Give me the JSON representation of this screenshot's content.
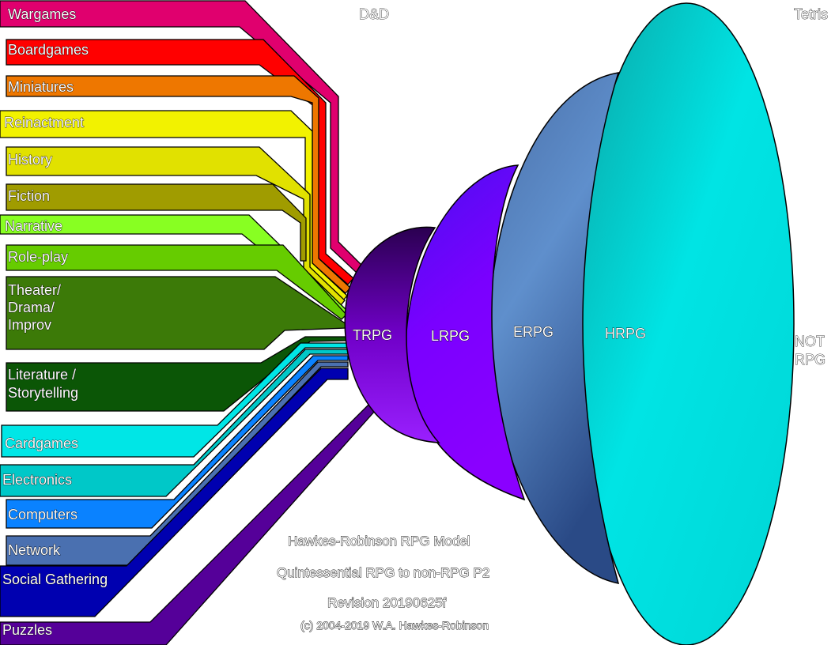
{
  "colors": {
    "wargames": "#e0006e",
    "boardgames": "#ff0000",
    "miniatures": "#ee7700",
    "reinactment": "#f2f200",
    "history": "#e1e100",
    "fiction": "#a09c00",
    "narrative": "#88ff22",
    "roleplay": "#66cc00",
    "theater": "#3c7a08",
    "literature": "#0b5606",
    "cardgames": "#00e6e6",
    "electronics": "#00c8c8",
    "computers": "#0a82ff",
    "network": "#4a70b0",
    "social": "#0000b0",
    "puzzles": "#550099",
    "trpg": "#7000c0",
    "lrpg": "#8000ff",
    "erpg": "#5a85c0",
    "hrpg": "#00e0e0"
  },
  "categories": {
    "wargames": "Wargames",
    "boardgames": "Boardgames",
    "miniatures": "Miniatures",
    "reinactment": "Reinactment",
    "history": "History",
    "fiction": "Fiction",
    "narrative": "Narrative",
    "roleplay": "Role-play",
    "theater_1": "Theater/",
    "theater_2": "Drama/",
    "theater_3": "Improv",
    "literature_1": "Literature /",
    "literature_2": "Storytelling",
    "cardgames": "Cardgames",
    "electronics": "Electronics",
    "computers": "Computers",
    "network": "Network",
    "social": "Social Gathering",
    "puzzles": "Puzzles"
  },
  "layers": {
    "trpg": "TRPG",
    "lrpg": "LRPG",
    "erpg": "ERPG",
    "hrpg": "HRPG"
  },
  "corners": {
    "dnd": "D&D",
    "tetris": "Tetris",
    "not_1": "NOT",
    "not_2": "RPG"
  },
  "caption": {
    "title": "Hawkes-Robinson RPG Model",
    "subtitle": "Quintessential RPG to non-RPG P2",
    "revision": "Revision 20190625f",
    "copyright": "(c) 2004-2019 W.A. Hawkes-Robinson"
  }
}
